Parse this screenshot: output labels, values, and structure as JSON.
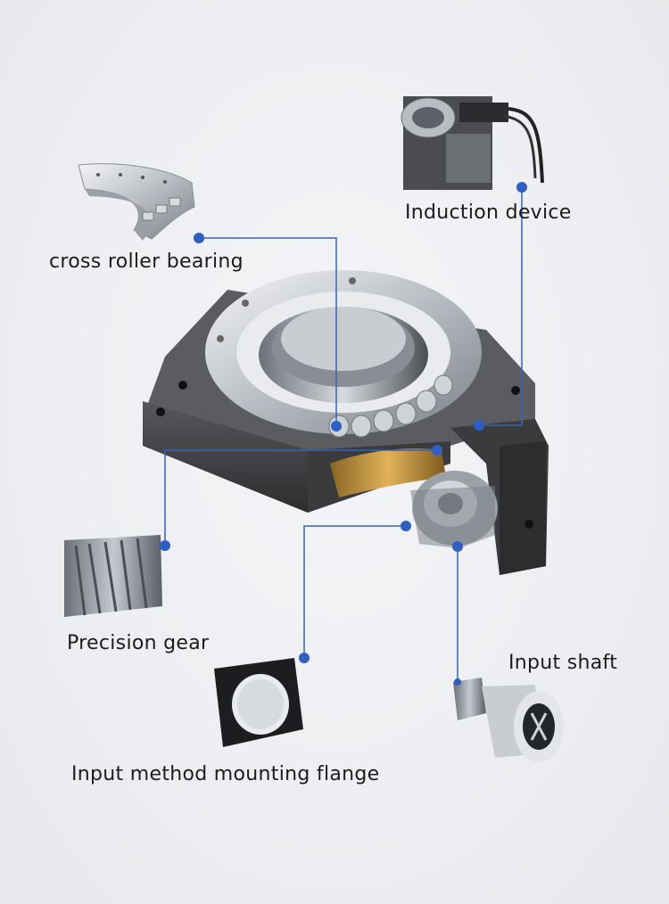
{
  "labels": {
    "cross_roller_bearing": "cross roller bearing",
    "induction_device": "Induction device",
    "precision_gear": "Precision gear",
    "input_shaft": "Input shaft",
    "input_flange": "Input method mounting flange"
  },
  "colors": {
    "leader": "#3a63b7",
    "dot": "#2f5fc4",
    "housing": "#3a3b3d",
    "brass": "#b8893a",
    "steel": "#c9ccd0"
  }
}
